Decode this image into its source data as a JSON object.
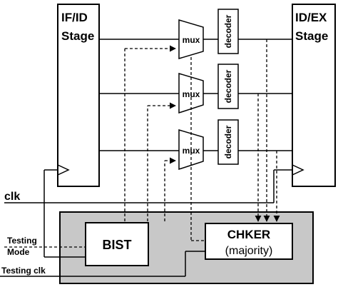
{
  "stage_left": {
    "line1": "IF/ID",
    "line2": "Stage"
  },
  "stage_right": {
    "line1": "ID/EX",
    "line2": "Stage"
  },
  "mux_label": "mux",
  "decoder_label": "decoder",
  "clk_label": "clk",
  "bist_label": "BIST",
  "checker": {
    "line1": "CHKER",
    "line2": "(majority)"
  },
  "testing_mode": {
    "line1": "Testing",
    "line2": "Mode"
  },
  "testing_clk_label": "Testing clk",
  "colors": {
    "test_block_fill": "#c8c8c8",
    "line": "#000000",
    "background": "#ffffff"
  }
}
